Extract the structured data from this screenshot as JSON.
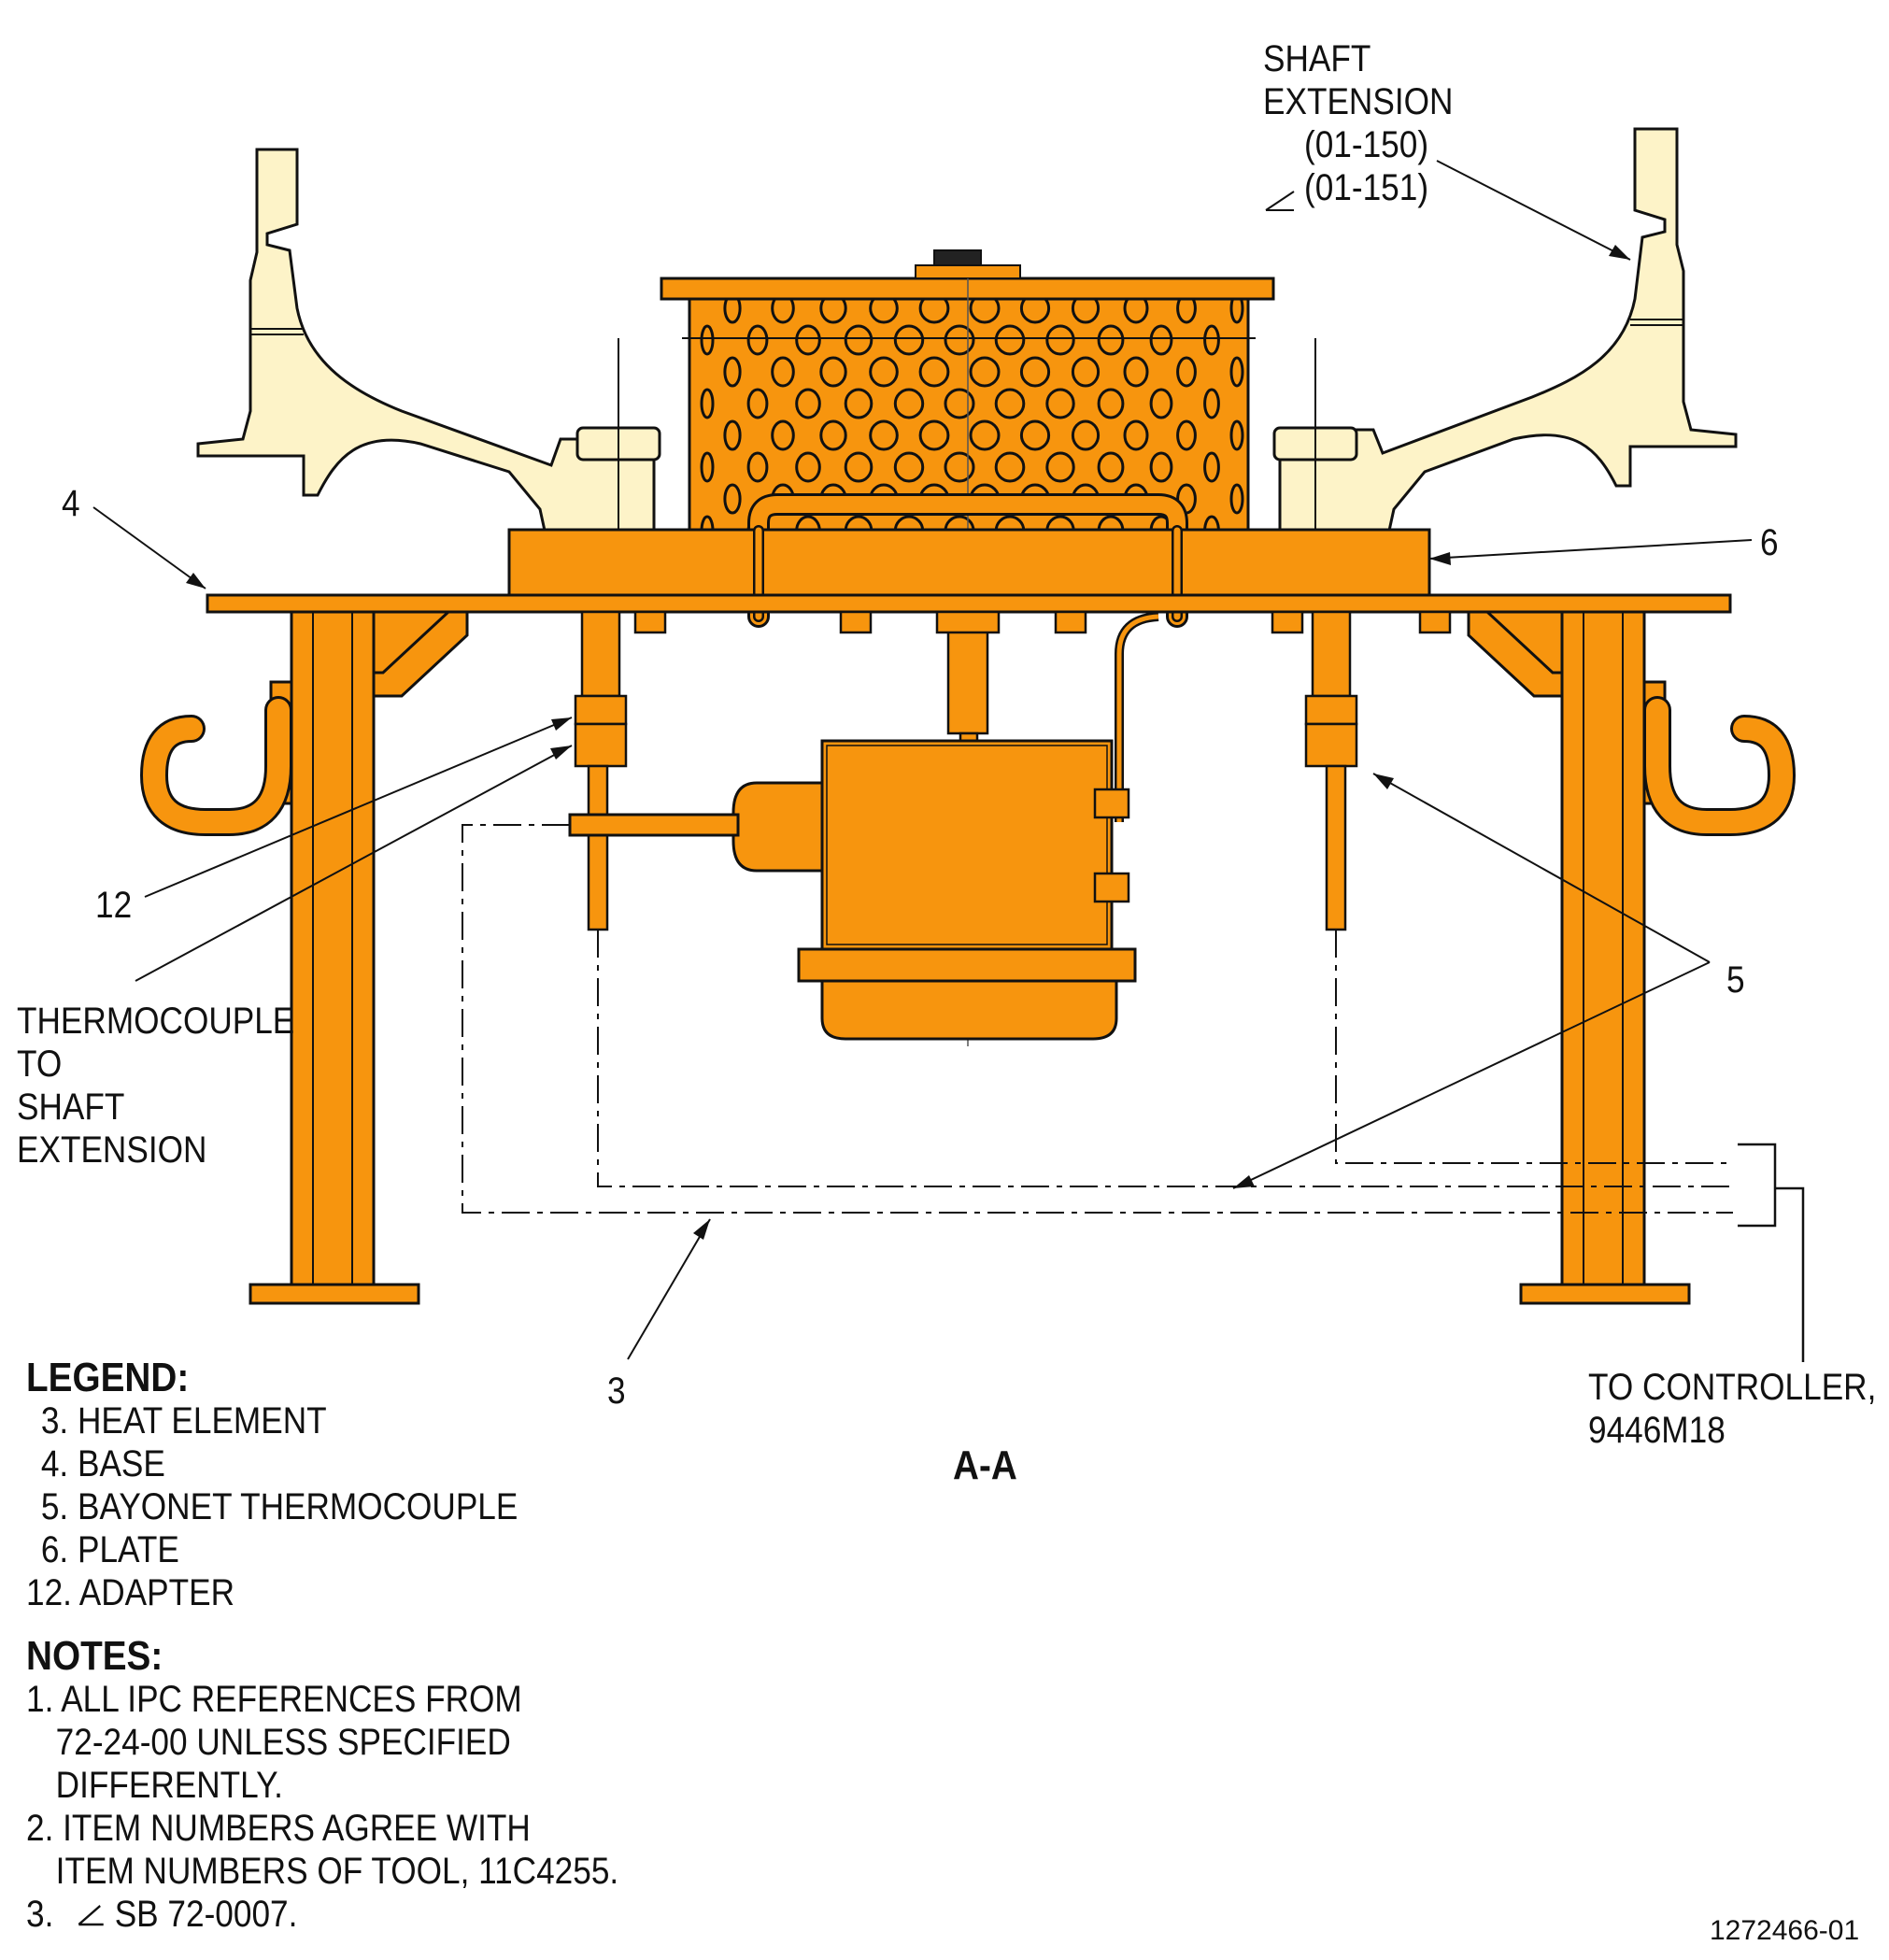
{
  "callouts": {
    "shaft_extension": [
      "SHAFT",
      "EXTENSION",
      "(01-150)",
      "(01-151)"
    ],
    "item_4": "4",
    "item_6": "6",
    "item_12": "12",
    "item_5": "5",
    "item_3": "3",
    "thermocouple_to_shaft": [
      "THERMOCOUPLE",
      "TO",
      "SHAFT",
      "EXTENSION"
    ],
    "to_controller": [
      "TO CONTROLLER,",
      "9446M18"
    ]
  },
  "section_label": "A-A",
  "legend": {
    "title": "LEGEND:",
    "items": [
      "3. HEAT ELEMENT",
      "4. BASE",
      "5. BAYONET THERMOCOUPLE",
      "6. PLATE",
      "12. ADAPTER"
    ]
  },
  "notes": {
    "title": "NOTES:",
    "lines": [
      "1. ALL IPC REFERENCES FROM",
      "72-24-00 UNLESS SPECIFIED",
      "DIFFERENTLY.",
      "2. ITEM NUMBERS AGREE WITH",
      "ITEM NUMBERS OF TOOL, 11C4255.",
      "3.",
      "SB 72-0007."
    ]
  },
  "figure_id": "1272466-01",
  "colors": {
    "assembly": "#f7950e",
    "shaft": "#fdf3c8",
    "line": "#111111"
  }
}
